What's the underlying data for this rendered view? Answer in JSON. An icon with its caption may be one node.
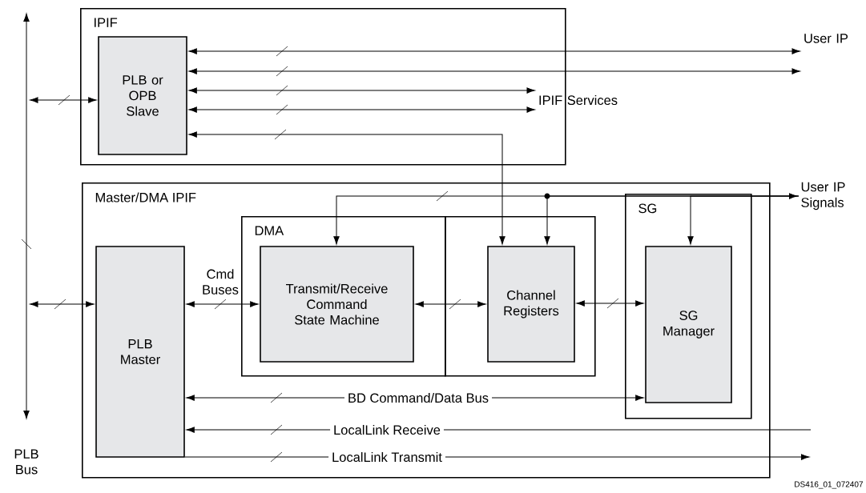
{
  "diagram": {
    "nodes": [
      {
        "text": [
          "IPIF"
        ]
      },
      {
        "text": [
          "PLB or OPB Slave"
        ],
        "in": 0
      },
      {
        "text": [
          "Master/DMA IPIF"
        ]
      },
      {
        "text": [
          "DMA"
        ],
        "in": 2
      },
      {
        "text": [],
        "shape": "box",
        "in": 2
      },
      {
        "text": [
          "Transmit/Receive Command State Machine"
        ],
        "in": 3
      },
      {
        "text": [
          "Channel Registers"
        ],
        "in": 4
      },
      {
        "text": [
          "SG"
        ],
        "in": 2
      },
      {
        "text": [
          "SG Manager"
        ],
        "in": 7
      },
      {
        "text": [
          "PLB Master"
        ],
        "in": 2
      },
      {
        "text": [],
        "shape": "bar",
        "beside": [
          "PLB Bus"
        ]
      },
      {
        "text": [
          "User IP"
        ]
      },
      {
        "text": [
          "IPIF Services"
        ]
      },
      {
        "text": [
          "User IP Signals"
        ]
      }
    ],
    "edges": [
      {
        "from": 10,
        "to": 1,
        "arrow": "both"
      },
      {
        "from": 1,
        "to": 11,
        "arrow": "both"
      },
      {
        "from": 1,
        "to": 11,
        "arrow": "both"
      },
      {
        "from": 1,
        "to": 12,
        "arrow": "both"
      },
      {
        "from": 1,
        "to": 12,
        "arrow": "both"
      },
      {
        "from": 1,
        "to": 6,
        "arrow": "both"
      },
      {
        "from": 10,
        "to": 9,
        "arrow": "both"
      },
      {
        "from": 9,
        "to": 5,
        "arrow": "both",
        "label": "Cmd Buses"
      },
      {
        "from": 5,
        "to": 6,
        "arrow": "both"
      },
      {
        "from": 6,
        "to": 8,
        "arrow": "both"
      },
      {
        "from": 9,
        "to": 8,
        "arrow": "both",
        "label": "BD Command/Data Bus"
      },
      {
        "from": null,
        "to": 9,
        "arrow": "to",
        "label": "LocalLink Receive"
      },
      {
        "from": 9,
        "to": null,
        "arrow": "to",
        "label": "LocalLink Transmit"
      },
      {
        "from": 13,
        "to": 5,
        "arrow": "both"
      },
      {
        "from": 13,
        "to": 6,
        "arrow": "to"
      },
      {
        "from": 13,
        "to": 8,
        "arrow": "to"
      }
    ],
    "labels": [
      "DS416_01_072407"
    ]
  }
}
